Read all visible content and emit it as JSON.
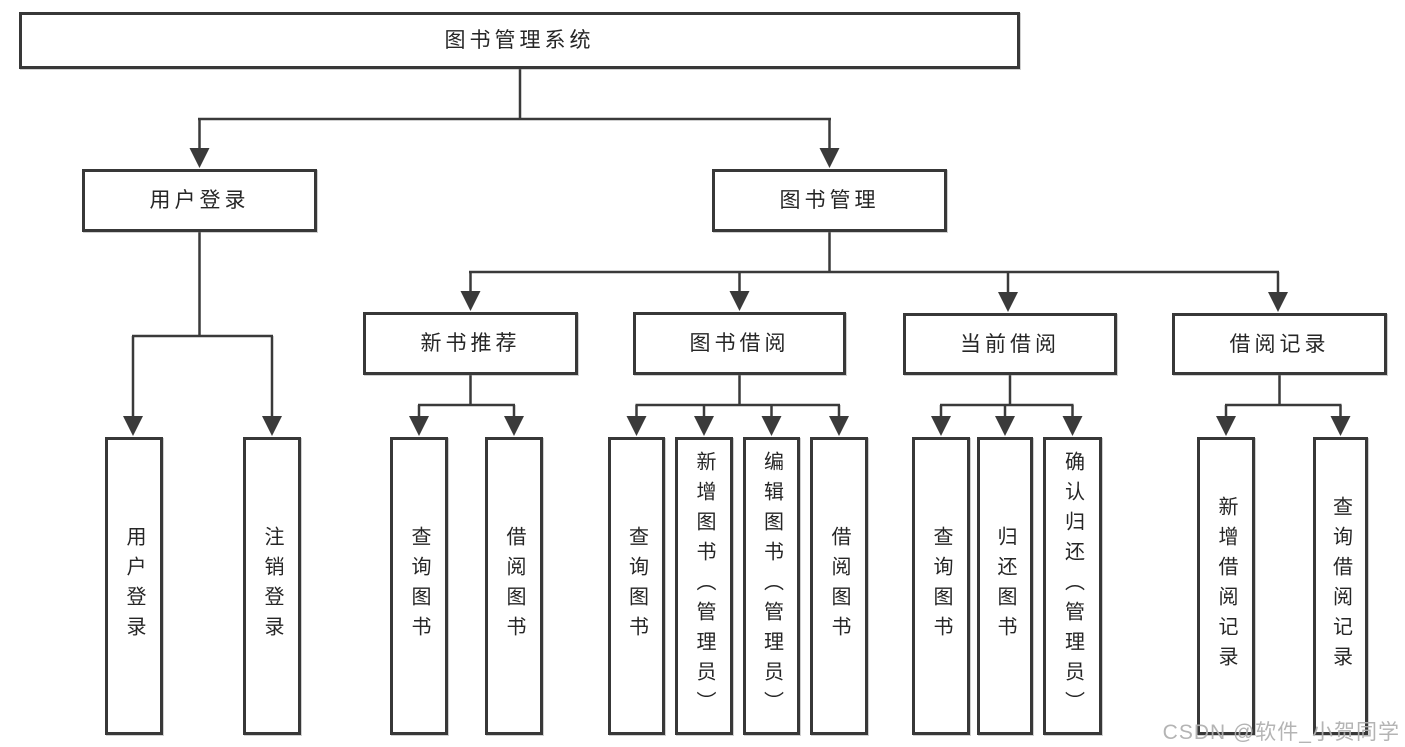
{
  "title": "图书管理系统",
  "watermark": "CSDN @软件_小贺同学",
  "colors": {
    "line": "#3a3a3a",
    "border": "#383838",
    "text": "#262626",
    "background": "#ffffff",
    "watermark": "#b0b0b0"
  },
  "nodes": {
    "root": "图书管理系统",
    "user_login": "用户登录",
    "book_mgmt": "图书管理",
    "new_book_rec": "新书推荐",
    "book_borrow": "图书借阅",
    "current_borrow": "当前借阅",
    "borrow_records": "借阅记录",
    "login": "用户登录",
    "logout": "注销登录",
    "rec_query_book": "查询图书",
    "rec_borrow_book": "借阅图书",
    "bb_query_book": "查询图书",
    "bb_add_book": "新增图书（管理员）",
    "bb_edit_book": "编辑图书（管理员）",
    "bb_borrow_book": "借阅图书",
    "cb_query_book": "查询图书",
    "cb_return_book": "归还图书",
    "cb_confirm_return": "确认归还（管理员）",
    "br_add_record": "新增借阅记录",
    "br_query_record": "查询借阅记录"
  },
  "hierarchy": {
    "图书管理系统": {
      "用户登录": [
        "用户登录",
        "注销登录"
      ],
      "图书管理": {
        "新书推荐": [
          "查询图书",
          "借阅图书"
        ],
        "图书借阅": [
          "查询图书",
          "新增图书（管理员）",
          "编辑图书（管理员）",
          "借阅图书"
        ],
        "当前借阅": [
          "查询图书",
          "归还图书",
          "确认归还（管理员）"
        ],
        "借阅记录": [
          "新增借阅记录",
          "查询借阅记录"
        ]
      }
    }
  }
}
